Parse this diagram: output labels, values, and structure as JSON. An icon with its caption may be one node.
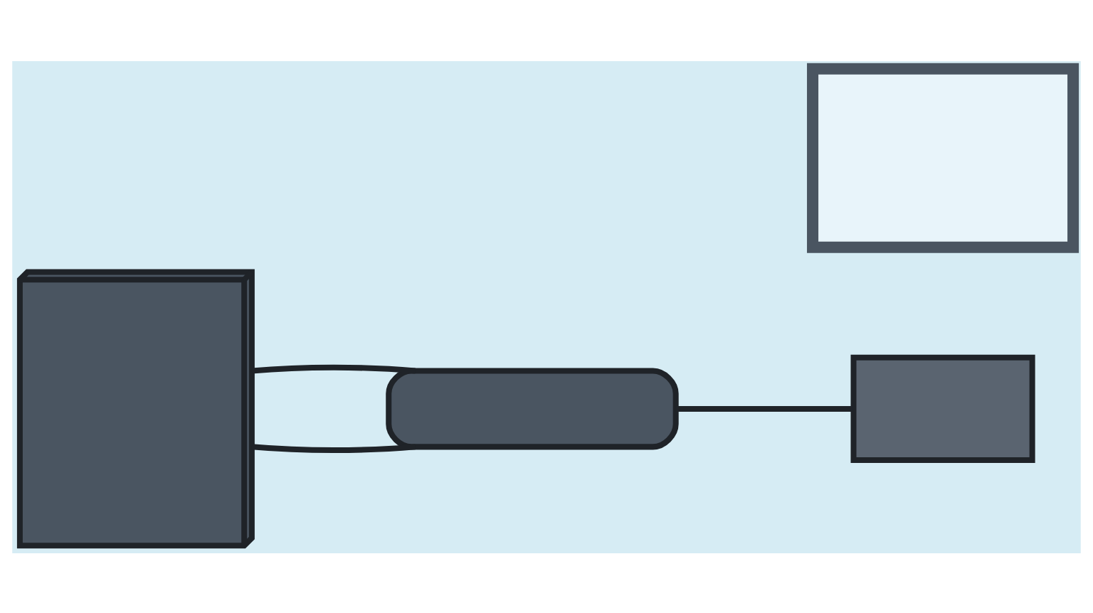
{
  "diagram": {
    "nodes": [
      {
        "text": [],
        "shape": "server"
      },
      {
        "text": [],
        "shape": "switch"
      },
      {
        "text": [],
        "shape": "firewall"
      },
      {
        "text": [],
        "shape": "laptop"
      }
    ],
    "edges": [
      {
        "from": 0,
        "to": 1,
        "arrow": "none"
      },
      {
        "from": 0,
        "to": 1,
        "arrow": "none"
      },
      {
        "from": 1,
        "to": 2,
        "arrow": "none"
      }
    ]
  }
}
